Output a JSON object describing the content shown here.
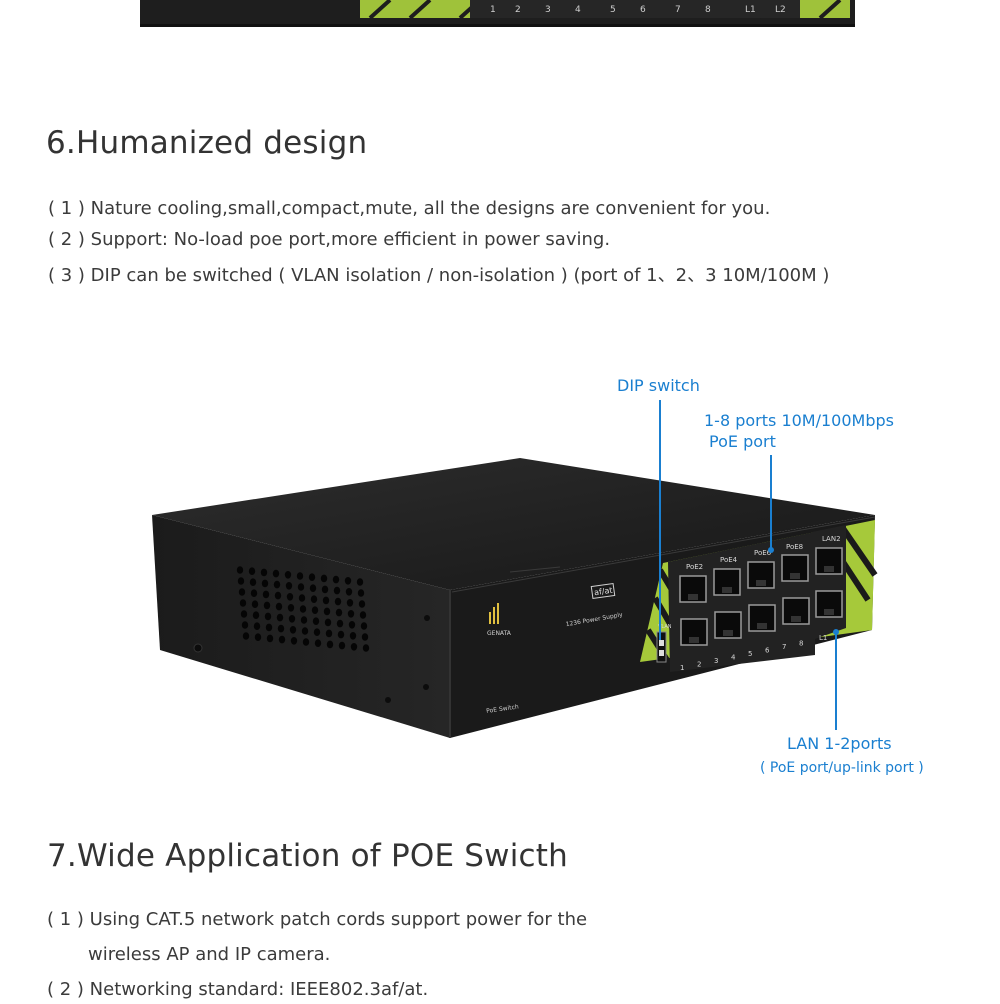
{
  "top_device": {
    "port_labels": [
      "1",
      "2",
      "3",
      "4",
      "5",
      "6",
      "7",
      "8",
      "L1",
      "L2"
    ]
  },
  "section6": {
    "title": "6.Humanized design",
    "items": [
      "( 1 ) Nature cooling,small,compact,mute, all the designs are convenient for you.",
      "( 2 ) Support: No-load poe port,more efficient in power saving.",
      "( 3 ) DIP can be switched ( VLAN isolation / non-isolation ) (port of 1、2、3  10M/100M )"
    ]
  },
  "device": {
    "brand": "GENATA",
    "badge": "af/at",
    "supply_text": "1236 Power Supply",
    "model_text": "PoE Switch",
    "dip_label": "VLAN",
    "lan_label": "LAN2",
    "top_port_labels": [
      "PoE2",
      "PoE4",
      "PoE6",
      "PoE8"
    ],
    "bottom_port_labels": [
      "1",
      "2",
      "3",
      "4",
      "5",
      "6",
      "7",
      "8",
      "L1"
    ]
  },
  "callouts": {
    "dip_switch": "DIP switch",
    "ports_line1": "1-8 ports 10M/100Mbps",
    "ports_line2": "PoE port",
    "lan_line1": "LAN 1-2ports",
    "lan_line2": "( PoE port/up-link port )"
  },
  "section7": {
    "title": "7.Wide Application of POE Swicth",
    "items": [
      "( 1 ) Using CAT.5 network patch cords support power for the",
      "wireless AP and IP camera.",
      "( 2 ) Networking standard: IEEE802.3af/at."
    ]
  },
  "colors": {
    "callout_blue": "#1a7fd0",
    "panel_green": "#a6c93a",
    "device_black": "#1c1c1c"
  }
}
